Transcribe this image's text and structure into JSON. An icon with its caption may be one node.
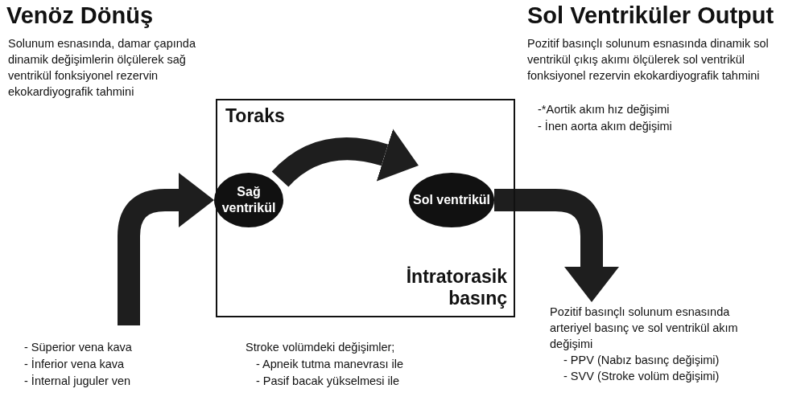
{
  "diagram": {
    "nodes": [
      {
        "text": [
          "Toraks",
          "İntratorasik basınç"
        ]
      },
      {
        "text": [
          "Sağ ventrikül"
        ],
        "in": 0
      },
      {
        "text": [
          "Sol ventrikül"
        ],
        "in": 0
      },
      {
        "text": [
          "Pozitif basınçlı solunum esnasında arteriyel basınç ve sol ventrikül akım değişimi",
          "- PPV (Nabız basınç değişimi)",
          "- SVV (Stroke volüm değişimi)"
        ]
      }
    ],
    "edges": [
      {
        "from": null,
        "to": 1,
        "arrow": "to"
      },
      {
        "from": 1,
        "to": 2,
        "arrow": "to"
      },
      {
        "from": 2,
        "to": 3,
        "arrow": "to"
      }
    ],
    "labels": [
      "Venöz Dönüş",
      "Solunum esnasında, damar çapında dinamik değişimlerin ölçülerek sağ ventrikül fonksiyonel rezervin ekokardiyografik tahmini",
      "Sol Ventriküler Output",
      "Pozitif basınçlı solunum esnasında dinamik sol ventrikül çıkış akımı ölçülerek sol ventrikül fonksiyonel rezervin ekokardiyografik tahmini",
      "-*Aortik akım hız değişimi",
      "- İnen aorta akım değişimi",
      "- Süperior vena kava",
      "- İnferior vena kava",
      "- İnternal juguler ven",
      "Stroke volümdeki değişimler;",
      "- Apneik tutma manevrası ile",
      "- Pasif bacak yükselmesi ile"
    ]
  }
}
